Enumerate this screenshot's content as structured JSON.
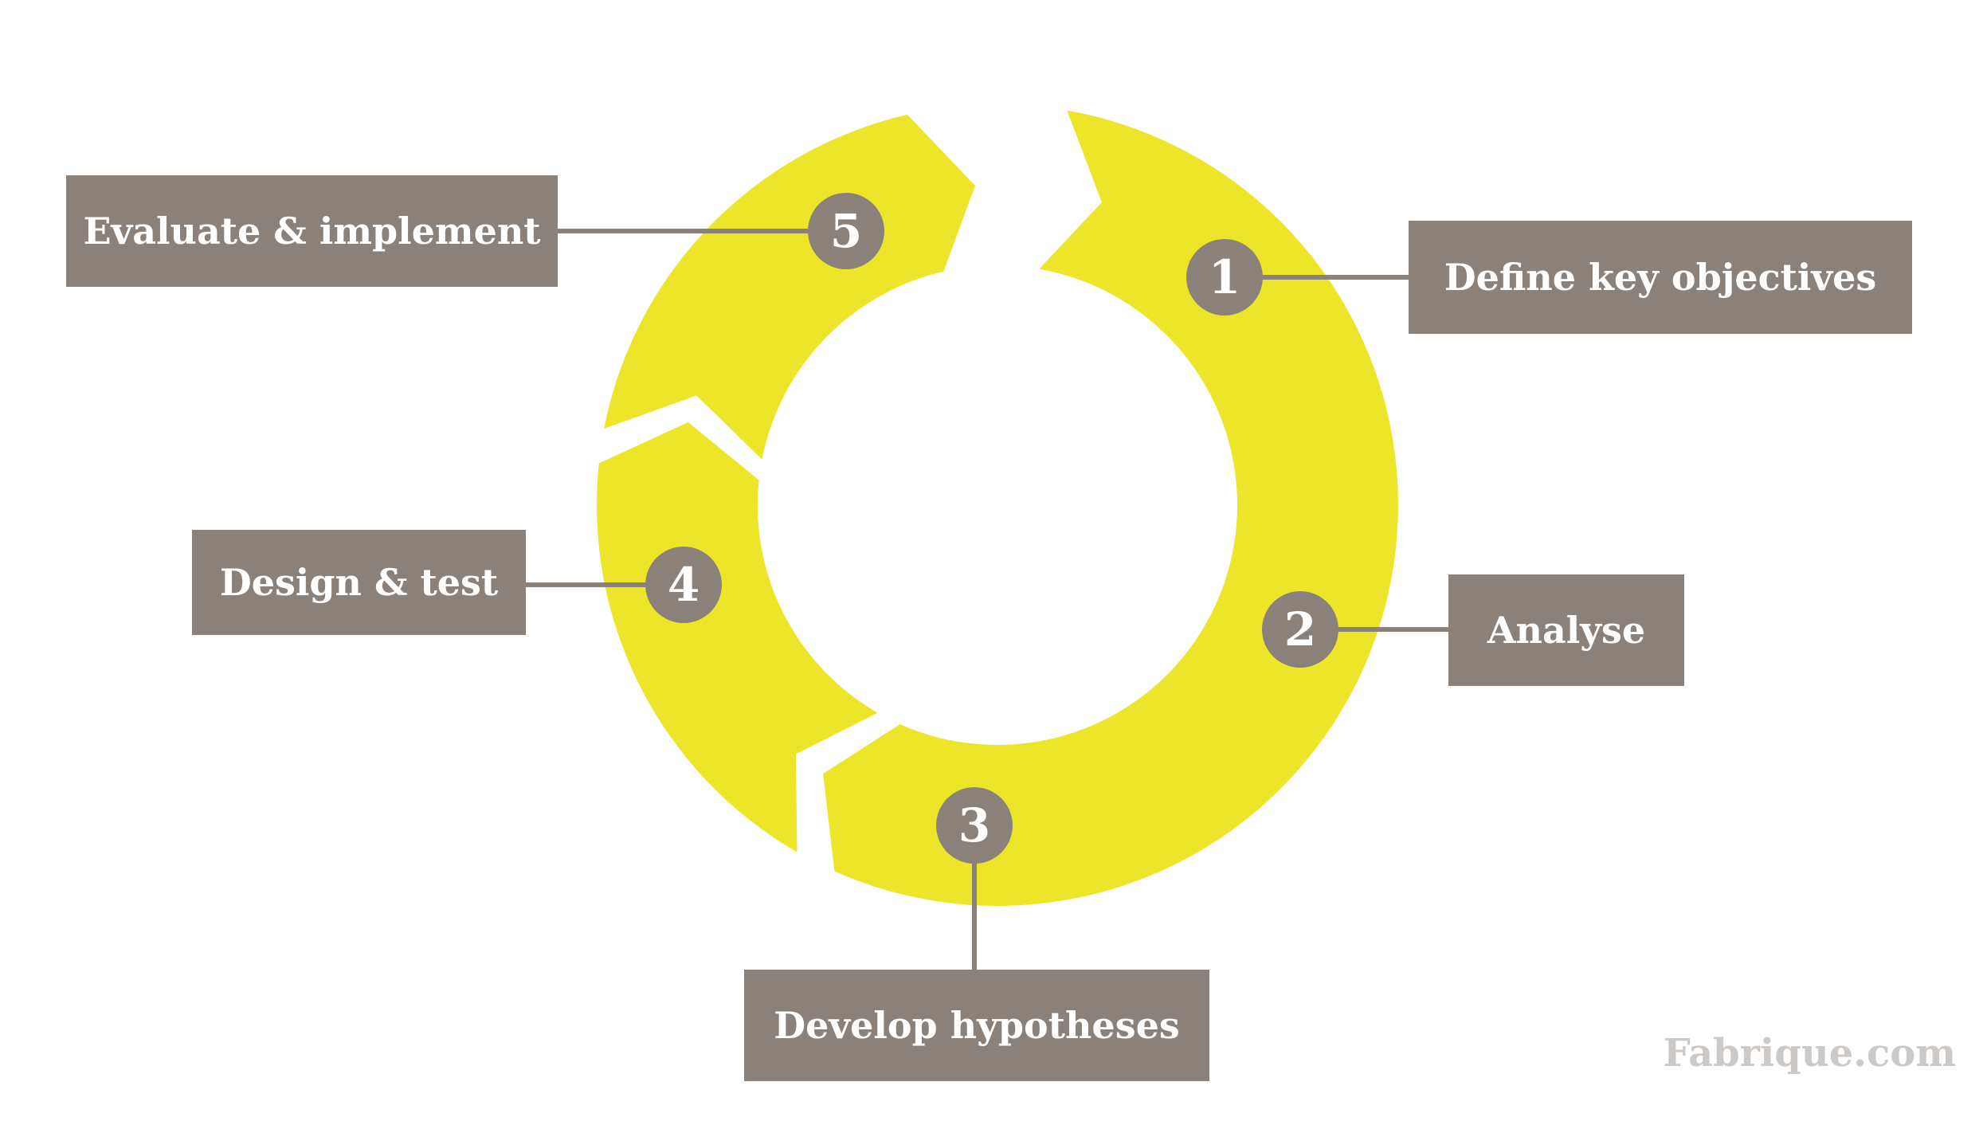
{
  "diagram": {
    "colors": {
      "ring": "#ede52a",
      "box": "#8b817b",
      "text": "#ffffff",
      "watermark": "#cdc9c6",
      "background": "#ffffff"
    },
    "steps": [
      {
        "number": "1",
        "label": "Define key objectives"
      },
      {
        "number": "2",
        "label": "Analyse"
      },
      {
        "number": "3",
        "label": "Develop hypotheses"
      },
      {
        "number": "4",
        "label": "Design & test"
      },
      {
        "number": "5",
        "label": "Evaluate & implement"
      }
    ]
  },
  "watermark": "Fabrique.com"
}
